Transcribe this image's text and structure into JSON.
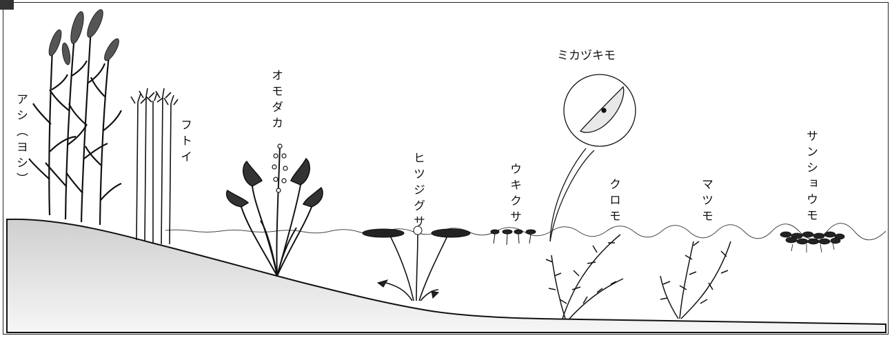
{
  "plants": [
    {
      "id": "reed",
      "label": "アシ（ヨシ）"
    },
    {
      "id": "futoi",
      "label": "フトイ"
    },
    {
      "id": "omodaka",
      "label": "オモダカ"
    },
    {
      "id": "hitsujigusa",
      "label": "ヒツジグサ"
    },
    {
      "id": "ukikusa",
      "label": "ウキクサ"
    },
    {
      "id": "mikazukimo",
      "label": "ミカヅキモ"
    },
    {
      "id": "kuromo",
      "label": "クロモ"
    },
    {
      "id": "matsumo",
      "label": "マツモ"
    },
    {
      "id": "sanshoumo",
      "label": "サンショウモ"
    }
  ],
  "colors": {
    "line": "#111111",
    "ground_top": "#c8c8c8",
    "ground_bottom": "#f4f4f4",
    "frame": "#222222"
  }
}
